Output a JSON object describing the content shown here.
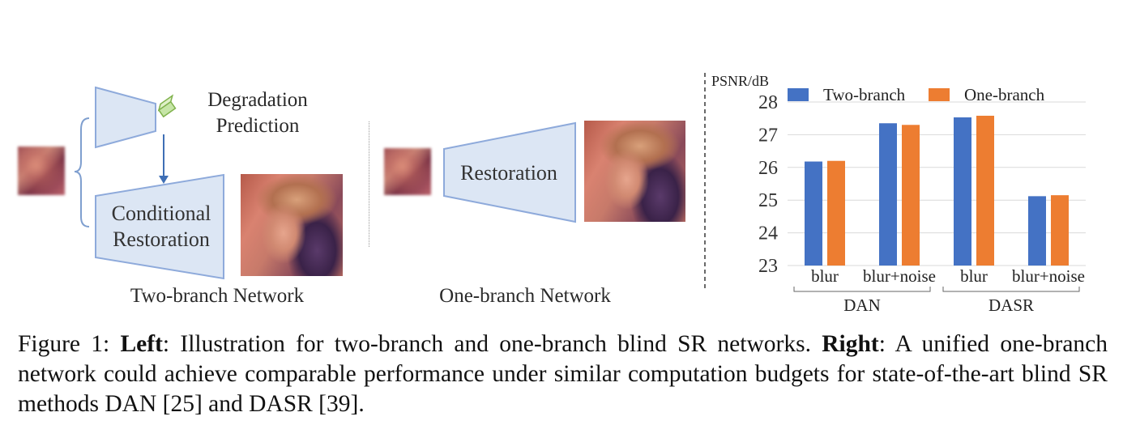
{
  "two_branch": {
    "degradation_label_line1": "Degradation",
    "degradation_label_line2": "Prediction",
    "conditional_line1": "Conditional",
    "conditional_line2": "Restoration",
    "network_label": "Two-branch Network"
  },
  "one_branch": {
    "restoration_label": "Restoration",
    "network_label": "One-branch Network"
  },
  "colors": {
    "two_branch": "#4472c4",
    "one_branch": "#ed7d31",
    "trapezoid_fill": "#dce6f4",
    "trapezoid_stroke": "#8eaadb"
  },
  "chart_data": {
    "type": "bar",
    "ylabel": "PSNR/dB",
    "ylim": [
      23,
      28
    ],
    "yticks": [
      "23",
      "24",
      "25",
      "26",
      "27",
      "28"
    ],
    "categories": [
      "blur",
      "blur+noise",
      "blur",
      "blur+noise"
    ],
    "groups": [
      "DAN",
      "DASR"
    ],
    "series": [
      {
        "name": "Two-branch",
        "values": [
          26.18,
          27.35,
          27.53,
          25.12
        ]
      },
      {
        "name": "One-branch",
        "values": [
          26.2,
          27.3,
          27.58,
          25.15
        ]
      }
    ],
    "grid": true,
    "legend": "top"
  },
  "caption": {
    "prefix": "Figure 1: ",
    "left_bold": "Left",
    "left_text": ": Illustration for two-branch and one-branch blind SR networks. ",
    "right_bold": "Right",
    "right_text": ": A unified one-branch network could achieve comparable performance under similar computation budgets for state-of-the-art blind SR methods DAN [25] and DASR [39]."
  }
}
